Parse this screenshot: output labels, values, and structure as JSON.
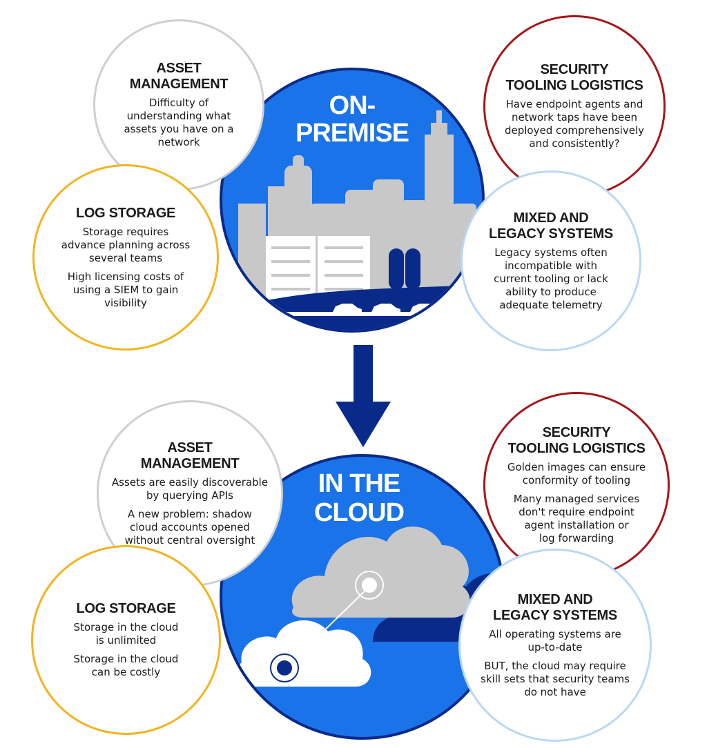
{
  "on_premise": {
    "title_line1": "ON-",
    "title_line2": "PREMISE",
    "asset_management": {
      "heading_line1": "ASSET",
      "heading_line2": "MANAGEMENT",
      "text": [
        "Difficulty of",
        "understanding what",
        "assets you have on a",
        "network"
      ]
    },
    "security_tooling": {
      "heading_line1": "SECURITY",
      "heading_line2": "TOOLING LOGISTICS",
      "text": [
        "Have endpoint agents and",
        "network taps have been",
        "deployed comprehensively",
        "and consistently?"
      ]
    },
    "log_storage": {
      "heading": "LOG STORAGE",
      "text1": [
        "Storage requires",
        "advance planning across",
        "several teams"
      ],
      "text2": [
        "High licensing costs of",
        "using a SIEM to gain",
        "visibility"
      ]
    },
    "mixed_legacy": {
      "heading_line1": "MIXED AND",
      "heading_line2": "LEGACY SYSTEMS",
      "text": [
        "Legacy systems often",
        "incompatible with",
        "current tooling or lack",
        "ability to produce",
        "adequate telemetry"
      ]
    }
  },
  "cloud": {
    "title_line1": "IN THE",
    "title_line2": "CLOUD",
    "asset_management": {
      "heading_line1": "ASSET",
      "heading_line2": "MANAGEMENT",
      "text1": [
        "Assets are easily discoverable",
        "by querying APIs"
      ],
      "text2": [
        "A new problem: shadow",
        "cloud accounts opened",
        "without central oversight"
      ]
    },
    "security_tooling": {
      "heading_line1": "SECURITY",
      "heading_line2": "TOOLING LOGISTICS",
      "text1": [
        "Golden images can ensure",
        "conformity of tooling"
      ],
      "text2": [
        "Many managed services",
        "don't require endpoint",
        "agent installation or",
        "log forwarding"
      ]
    },
    "log_storage": {
      "heading": "LOG STORAGE",
      "text1": [
        "Storage in the cloud",
        "is unlimited"
      ],
      "text2": [
        "Storage in the cloud",
        "can be costly"
      ]
    },
    "mixed_legacy": {
      "heading_line1": "MIXED AND",
      "heading_line2": "LEGACY SYSTEMS",
      "text1": [
        "All operating systems are",
        "up-to-date"
      ],
      "text2": [
        "BUT, the cloud may require",
        "skill sets that security teams",
        "do not have"
      ]
    }
  },
  "colors": {
    "primary_blue": "#1a73e8",
    "dark_navy": "#0a2a8a",
    "building_gray": "#c8c8c8",
    "gray_ring": "#cfcfcf",
    "gold_ring": "#f2b41e",
    "red_ring": "#a4161a",
    "light_blue_ring": "#b9d8f5"
  },
  "icons": {
    "city": "city-skyline-icon",
    "clouds": "cloud-icon",
    "arrow": "arrow-down-icon",
    "cars": "car-icon",
    "trees": "tree-icon"
  }
}
